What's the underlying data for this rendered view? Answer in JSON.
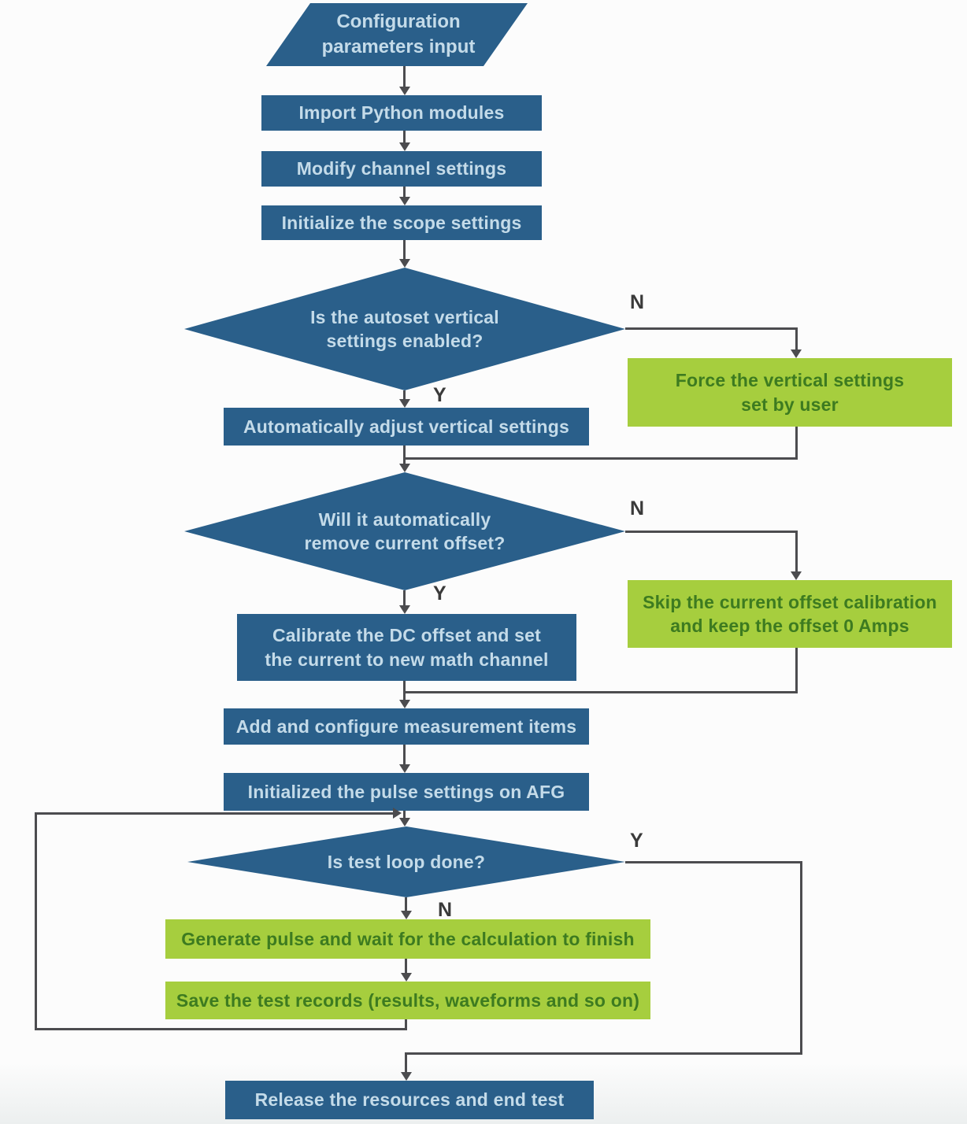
{
  "palette": {
    "node_blue": "#2a5f8a",
    "node_blue_text": "#c4dbe9",
    "node_green": "#a6ce3e",
    "node_green_text": "#3d7b20",
    "line_color": "#4c4c4f",
    "edge_label_color": "#3a3a3a"
  },
  "labels": {
    "yes": "Y",
    "no": "N"
  },
  "nodes": {
    "start": "Configuration\nparameters input",
    "import_modules": "Import Python modules",
    "modify_channel": "Modify channel settings",
    "init_scope": "Initialize the scope settings",
    "autoset_decision": "Is the autoset vertical\nsettings enabled?",
    "auto_adjust": "Automatically adjust vertical settings",
    "force_vertical": "Force the vertical settings\nset by user",
    "remove_offset_decision": "Will it automatically\nremove current offset?",
    "calibrate_dc": "Calibrate the DC offset and set\nthe current to new math channel",
    "skip_calibration": "Skip the current offset calibration\nand keep the offset 0 Amps",
    "add_measurements": "Add and configure measurement items",
    "init_pulse": "Initialized the pulse settings on AFG",
    "test_loop_decision": "Is test loop done?",
    "generate_pulse": "Generate pulse and wait for the calculation to finish",
    "save_records": "Save the test records (results, waveforms and so on)",
    "release": "Release the resources and end test"
  }
}
